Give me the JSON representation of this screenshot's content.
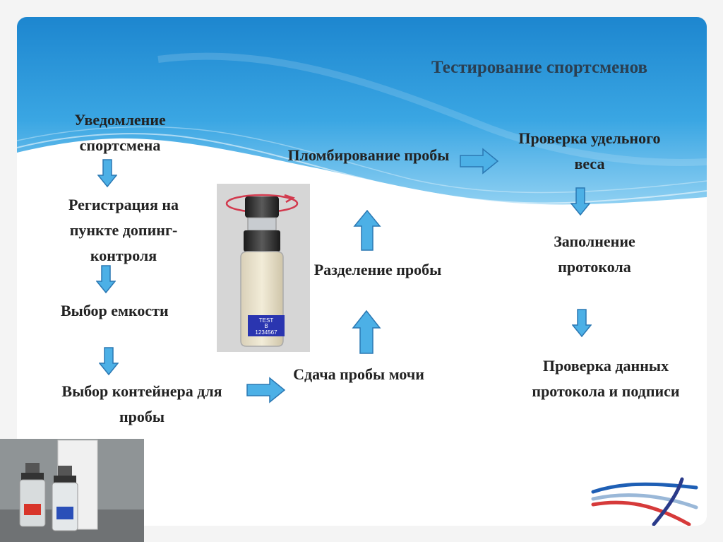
{
  "slide": {
    "title": "Тестирование спортсменов"
  },
  "steps": {
    "notification": "Уведомление спортсмена",
    "registration": "Регистрация на пункте допинг-контроля",
    "choose_vessel": "Выбор емкости",
    "choose_container": "Выбор контейнера для пробы",
    "urine_sample": "Сдача пробы мочи",
    "split_sample": "Разделение пробы",
    "seal_sample": "Пломбирование пробы",
    "check_gravity": "Проверка удельного веса",
    "fill_protocol": "Заполнение протокола",
    "check_protocol": "Проверка данных протокола и подписи"
  },
  "bottle_label": {
    "line1": "TEST",
    "line2": "B",
    "line3": "1234567"
  },
  "colors": {
    "banner_top": "#1d86cf",
    "banner_bottom": "#8fd0f2",
    "arrow_fill": "#4cb0e6",
    "arrow_stroke": "#2b78b3",
    "title_text": "#2a3f52"
  },
  "icons": {
    "arrow_down": "arrow-down-icon",
    "arrow_up": "arrow-up-icon",
    "arrow_right": "arrow-right-icon",
    "logo": "athletics-flag-logo"
  }
}
